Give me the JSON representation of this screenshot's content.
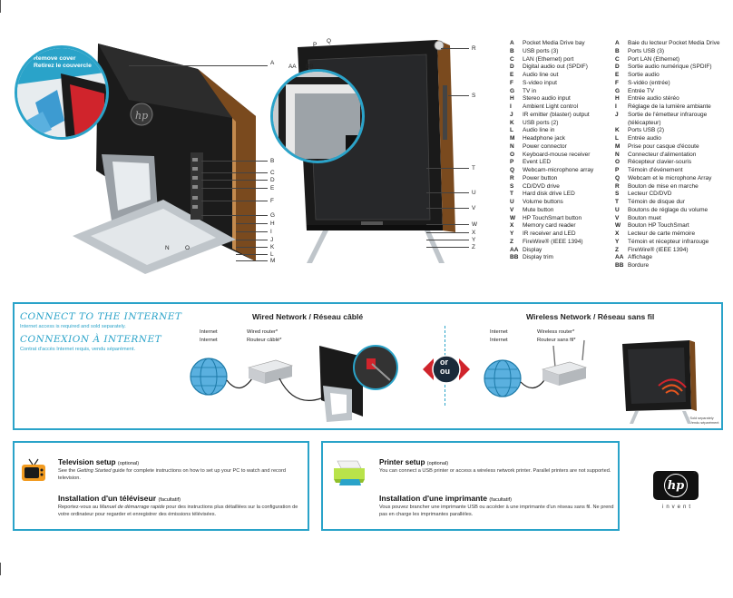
{
  "callouts": {
    "remove_cover_en": "Remove cover",
    "remove_cover_fr": "Retirez le couvercle"
  },
  "letters": {
    "A": "A",
    "B": "B",
    "C": "C",
    "D": "D",
    "E": "E",
    "F": "F",
    "G": "G",
    "H": "H",
    "I": "I",
    "J": "J",
    "K": "K",
    "L": "L",
    "M": "M",
    "N": "N",
    "O": "O",
    "P": "P",
    "Q": "Q",
    "R": "R",
    "S": "S",
    "T": "T",
    "U": "U",
    "V": "V",
    "W": "W",
    "X": "X",
    "Y": "Y",
    "Z": "Z",
    "AA": "AA",
    "BB": "BB"
  },
  "parts_en": [
    {
      "k": "A",
      "v": "Pocket Media Drive bay"
    },
    {
      "k": "B",
      "v": "USB ports (3)"
    },
    {
      "k": "C",
      "v": "LAN (Ethernet) port"
    },
    {
      "k": "D",
      "v": "Digital audio out (SPDIF)"
    },
    {
      "k": "E",
      "v": "Audio line out"
    },
    {
      "k": "F",
      "v": "S-video input"
    },
    {
      "k": "G",
      "v": "TV in"
    },
    {
      "k": "H",
      "v": "Stereo audio input"
    },
    {
      "k": "I",
      "v": "Ambient Light control"
    },
    {
      "k": "J",
      "v": "IR emitter (blaster) output"
    },
    {
      "k": "K",
      "v": "USB ports (2)"
    },
    {
      "k": "L",
      "v": "Audio line in"
    },
    {
      "k": "M",
      "v": "Headphone jack"
    },
    {
      "k": "N",
      "v": "Power connector"
    },
    {
      "k": "O",
      "v": "Keyboard-mouse receiver"
    },
    {
      "k": "P",
      "v": "Event LED"
    },
    {
      "k": "Q",
      "v": "Webcam-microphone array"
    },
    {
      "k": "R",
      "v": "Power button"
    },
    {
      "k": "S",
      "v": "CD/DVD drive"
    },
    {
      "k": "T",
      "v": "Hard disk drive LED"
    },
    {
      "k": "U",
      "v": "Volume buttons"
    },
    {
      "k": "V",
      "v": "Mute button"
    },
    {
      "k": "W",
      "v": "HP TouchSmart button"
    },
    {
      "k": "X",
      "v": "Memory card reader"
    },
    {
      "k": "Y",
      "v": "IR receiver and LED"
    },
    {
      "k": "Z",
      "v": "FireWire® (IEEE 1394)"
    },
    {
      "k": "AA",
      "v": "Display"
    },
    {
      "k": "BB",
      "v": "Display trim"
    }
  ],
  "parts_fr": [
    {
      "k": "A",
      "v": "Baie du lecteur Pocket Media Drive"
    },
    {
      "k": "B",
      "v": "Ports USB (3)"
    },
    {
      "k": "C",
      "v": "Port LAN (Ethernet)"
    },
    {
      "k": "D",
      "v": "Sortie audio numérique (SPDIF)"
    },
    {
      "k": "E",
      "v": "Sortie audio"
    },
    {
      "k": "F",
      "v": "S-vidéo (entrée)"
    },
    {
      "k": "G",
      "v": "Entrée TV"
    },
    {
      "k": "H",
      "v": "Entrée audio stéréo"
    },
    {
      "k": "I",
      "v": "Réglage de la lumière ambiante"
    },
    {
      "k": "J",
      "v": "Sortie de l'émetteur infrarouge"
    },
    {
      "k": "",
      "v": "(télécapteur)"
    },
    {
      "k": "K",
      "v": "Ports USB (2)"
    },
    {
      "k": "L",
      "v": "Entrée audio"
    },
    {
      "k": "M",
      "v": "Prise pour casque d'écoute"
    },
    {
      "k": "N",
      "v": "Connecteur d'alimentation"
    },
    {
      "k": "O",
      "v": "Récepteur clavier-souris"
    },
    {
      "k": "P",
      "v": "Témoin d'événement"
    },
    {
      "k": "Q",
      "v": "Webcam et le microphone Array"
    },
    {
      "k": "R",
      "v": "Bouton de mise en marche"
    },
    {
      "k": "S",
      "v": "Lecteur CD/DVD"
    },
    {
      "k": "T",
      "v": "Témoin de disque dur"
    },
    {
      "k": "U",
      "v": "Boutons de réglage du volume"
    },
    {
      "k": "V",
      "v": "Bouton muet"
    },
    {
      "k": "W",
      "v": "Bouton HP TouchSmart"
    },
    {
      "k": "X",
      "v": "Lecteur de carte mémoire"
    },
    {
      "k": "Y",
      "v": "Témoin et récepteur infrarouge"
    },
    {
      "k": "Z",
      "v": "FireWire® (IEEE 1394)"
    },
    {
      "k": "AA",
      "v": "Affichage"
    },
    {
      "k": "BB",
      "v": "Bordure"
    }
  ],
  "connect": {
    "title_en": "CONNECT TO THE INTERNET",
    "sub_en": "Internet access is required and sold separately.",
    "title_fr": "CONNEXION À INTERNET",
    "sub_fr": "Contrat d'accès Internet requis, vendu séparément.",
    "wired_title": "Wired Network / Réseau câblé",
    "wireless_title": "Wireless Network / Réseau sans fil",
    "internet_en": "Internet",
    "internet_fr": "Internet",
    "wired_router_en": "Wired router*",
    "wired_router_fr": "Routeur câblé*",
    "wireless_router_en": "Wireless router*",
    "wireless_router_fr": "Routeur sans fil*",
    "or_en": "or",
    "or_fr": "ou",
    "sold_en": "* Sold separately",
    "sold_fr": "* Vendu séparément"
  },
  "tv": {
    "title_en": "Television setup",
    "opt_en": "(optional)",
    "body_en_1": "See the ",
    "body_en_em": "Getting Started",
    "body_en_2": " guide for complete instructions on how to set up your PC to watch and record television.",
    "title_fr": "Installation d'un téléviseur",
    "opt_fr": "(facultatif)",
    "body_fr_1": "Reportez-vous au ",
    "body_fr_em": "Manuel de démarrage rapide",
    "body_fr_2": " pour des instructions plus détaillées sur la configuration de votre ordinateur pour regarder et enregistrer des émissions télévisées."
  },
  "printer": {
    "title_en": "Printer setup",
    "opt_en": "(optional)",
    "body_en": "You can connect a USB printer or access a wireless network printer. Parallel printers are not supported.",
    "title_fr": "Installation d'une imprimante",
    "opt_fr": "(facultatif)",
    "body_fr": "Vous pouvez brancher une imprimante USB ou accéder à une imprimante d'un réseau sans fil. Ne prend pas en charge les imprimantes parallèles."
  },
  "brand": {
    "logo_text": "hp",
    "tagline": "invent",
    "trademark": "®"
  },
  "colors": {
    "accent": "#2aa3c9",
    "red": "#d0242c",
    "wood": "#7a4a1e"
  }
}
